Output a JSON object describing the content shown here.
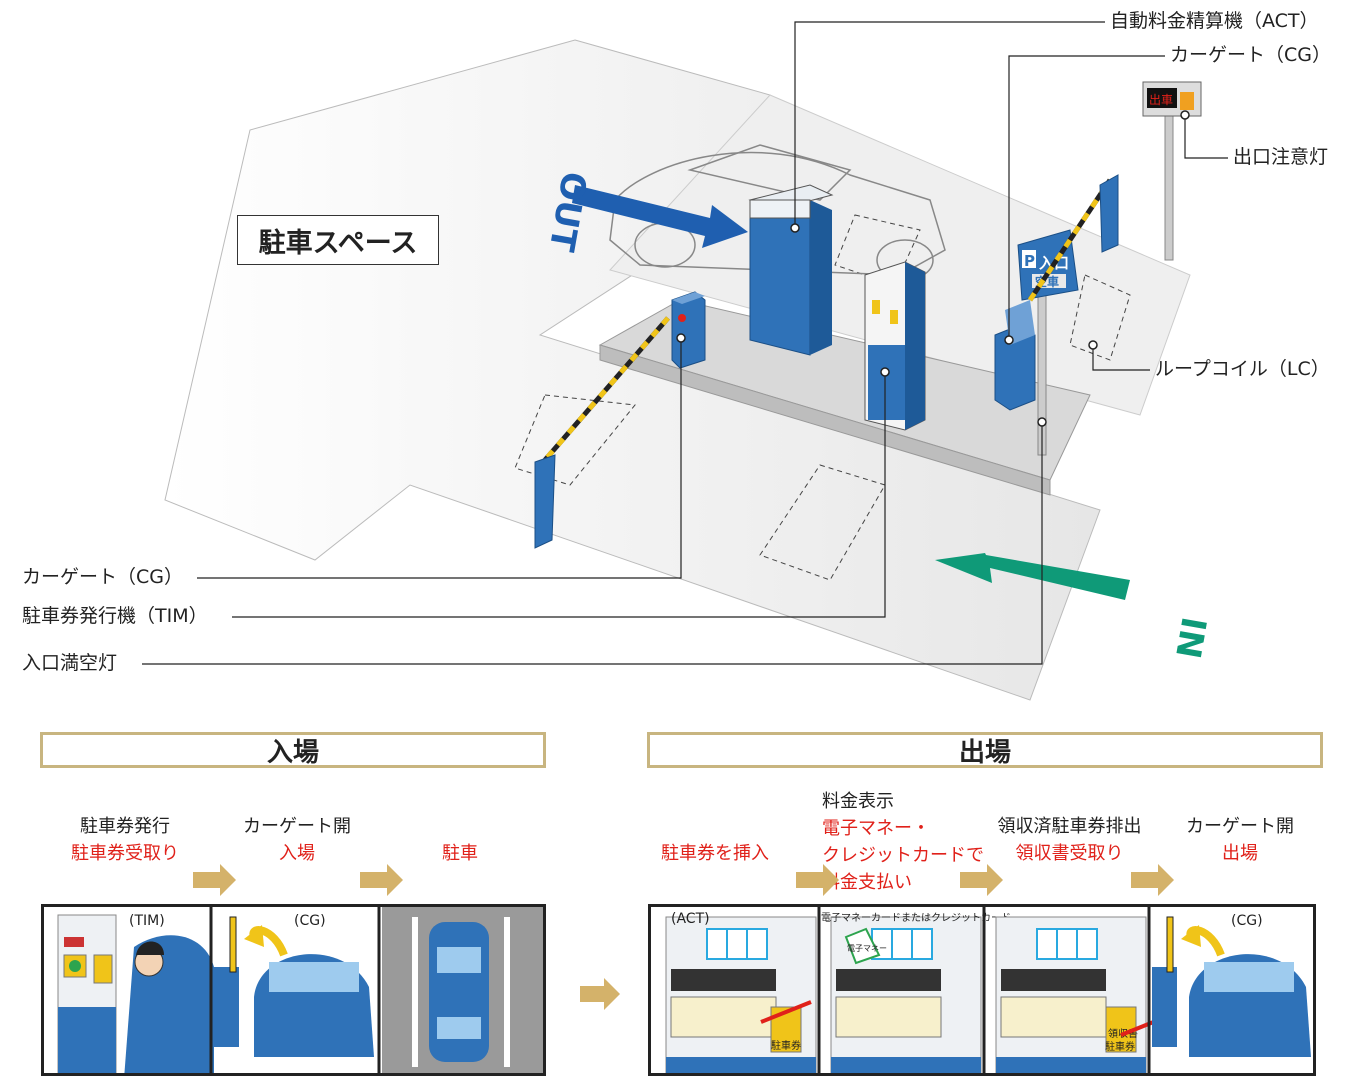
{
  "labels": {
    "act": "自動料金精算機（ACT）",
    "cg_top": "カーゲート（CG）",
    "exit_warning_light": "出口注意灯",
    "loop_coil": "ループコイル（LC）",
    "cg_bottom": "カーゲート（CG）",
    "tim": "駐車券発行機（TIM）",
    "entrance_full_light": "入口満空灯",
    "parking_space": "駐車スペース",
    "out_arrow": "OUT",
    "in_arrow": "IN",
    "sign_entrance": "入口",
    "sign_vacant": "空車",
    "sign_p": "P",
    "exit_sign_text": "出車"
  },
  "sections": {
    "entry": "入場",
    "exit": "出場"
  },
  "entry_steps": [
    {
      "black": "駐車券発行",
      "red": "駐車券受取り"
    },
    {
      "black": "カーゲート開",
      "red": "入場"
    },
    {
      "black": "",
      "red": "駐車"
    }
  ],
  "exit_steps": [
    {
      "black": "",
      "red": "駐車券を挿入"
    },
    {
      "black": "料金表示",
      "red": "電子マネー・\nクレジットカードで\n料金支払い"
    },
    {
      "black": "領収済駐車券排出",
      "red": "領収書受取り"
    },
    {
      "black": "カーゲート開",
      "red": "出場"
    }
  ],
  "panels": {
    "tim": "(TIM)",
    "cg1": "(CG)",
    "act": "(ACT)",
    "emoney_caption": "電子マネーカードまたはクレジットカード",
    "cg2": "(CG)",
    "ticket": "駐車券",
    "receipt": "領収書",
    "emoney_card": "電子マネー"
  },
  "colors": {
    "blue_arrow": "#1f5fb0",
    "green_arrow": "#0f9a78",
    "machine_blue": "#2f72b8",
    "red_text": "#e0211a",
    "section_border": "#c8b580",
    "step_arrow": "#d4b26a"
  }
}
